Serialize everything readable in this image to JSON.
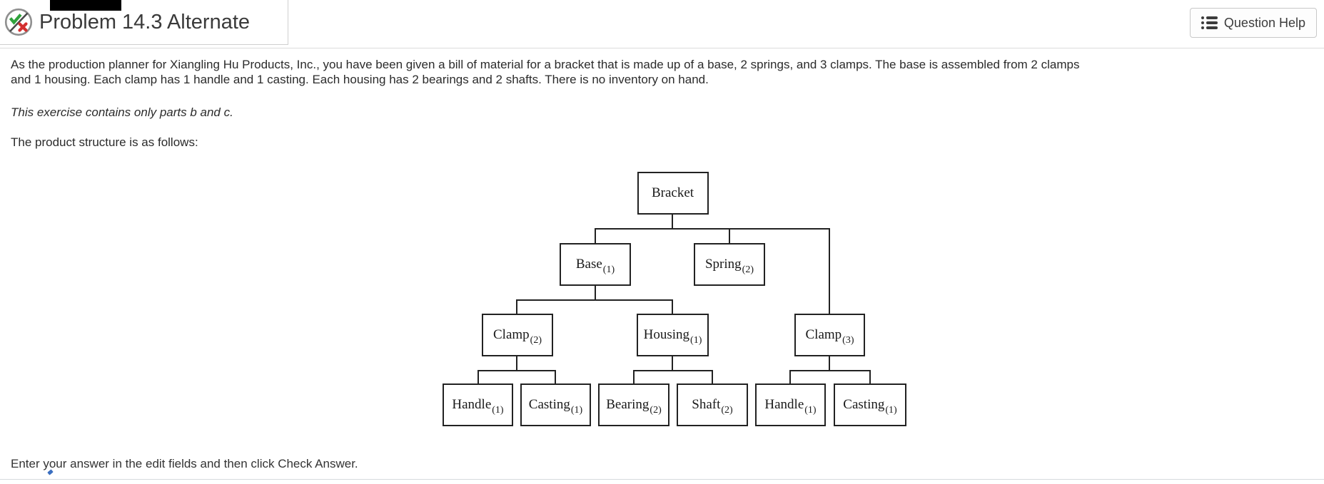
{
  "header": {
    "title": "Problem 14.3 Alternate",
    "question_help_label": "Question Help"
  },
  "problem": {
    "statement": "As the production planner for Xiangling Hu Products, Inc., you have been given a bill of material for a bracket that is made up of a base, 2 springs, and 3 clamps. The base is assembled from 2 clamps and 1 housing. Each clamp has 1 handle and 1 casting. Each housing has 2 bearings and 2 shafts. There is no inventory on hand.",
    "note": "This exercise contains only parts b and c.",
    "structure_intro": "The product structure is as follows:"
  },
  "diagram": {
    "type": "product-structure-tree",
    "nodes": [
      {
        "name": "Bracket",
        "qty": "",
        "level": 0
      },
      {
        "name": "Base",
        "qty": "(1)",
        "level": 1
      },
      {
        "name": "Spring",
        "qty": "(2)",
        "level": 1
      },
      {
        "name": "Clamp",
        "qty": "(2)",
        "level": 2
      },
      {
        "name": "Housing",
        "qty": "(1)",
        "level": 2
      },
      {
        "name": "Clamp",
        "qty": "(3)",
        "level": 2
      },
      {
        "name": "Handle",
        "qty": "(1)",
        "level": 3
      },
      {
        "name": "Casting",
        "qty": "(1)",
        "level": 3
      },
      {
        "name": "Bearing",
        "qty": "(2)",
        "level": 3
      },
      {
        "name": "Shaft",
        "qty": "(2)",
        "level": 3
      },
      {
        "name": "Handle",
        "qty": "(1)",
        "level": 3
      },
      {
        "name": "Casting",
        "qty": "(1)",
        "level": 3
      }
    ],
    "relations": [
      "Bracket -> Base (1)",
      "Bracket -> Spring (2)",
      "Bracket -> Clamp (3)",
      "Base (1) -> Clamp (2)",
      "Base (1) -> Housing (1)",
      "Clamp (2) -> Handle (1)",
      "Clamp (2) -> Casting (1)",
      "Housing (1) -> Bearing (2)",
      "Housing (1) -> Shaft (2)",
      "Clamp (3) -> Handle (1)",
      "Clamp (3) -> Casting (1)"
    ]
  },
  "footer": {
    "instruction": "Enter your answer in the edit fields and then click Check Answer."
  },
  "colors": {
    "check_green": "#2fa23c",
    "x_red": "#d32f2f",
    "line_black": "#222222",
    "border_gray": "#cfcfcf"
  }
}
